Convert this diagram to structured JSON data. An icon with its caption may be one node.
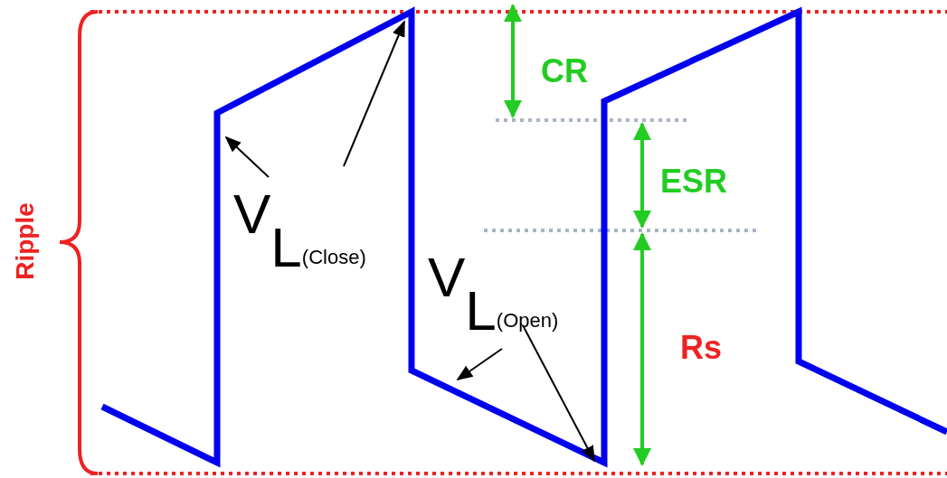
{
  "diagram": {
    "nodes": [
      {
        "text": [
          "V$_{L}$$_{(Close)}$"
        ]
      },
      {
        "text": [
          "V$_{L}$$_{(Open)}$"
        ]
      }
    ],
    "edges": [
      {
        "from": 0,
        "to": null,
        "arrow": "to"
      },
      {
        "from": 0,
        "to": null,
        "arrow": "to"
      },
      {
        "from": 1,
        "to": null,
        "arrow": "to"
      },
      {
        "from": 1,
        "to": null,
        "arrow": "to"
      }
    ],
    "labels": [
      "Ripple",
      "CR",
      "ESR",
      "Rs"
    ]
  }
}
